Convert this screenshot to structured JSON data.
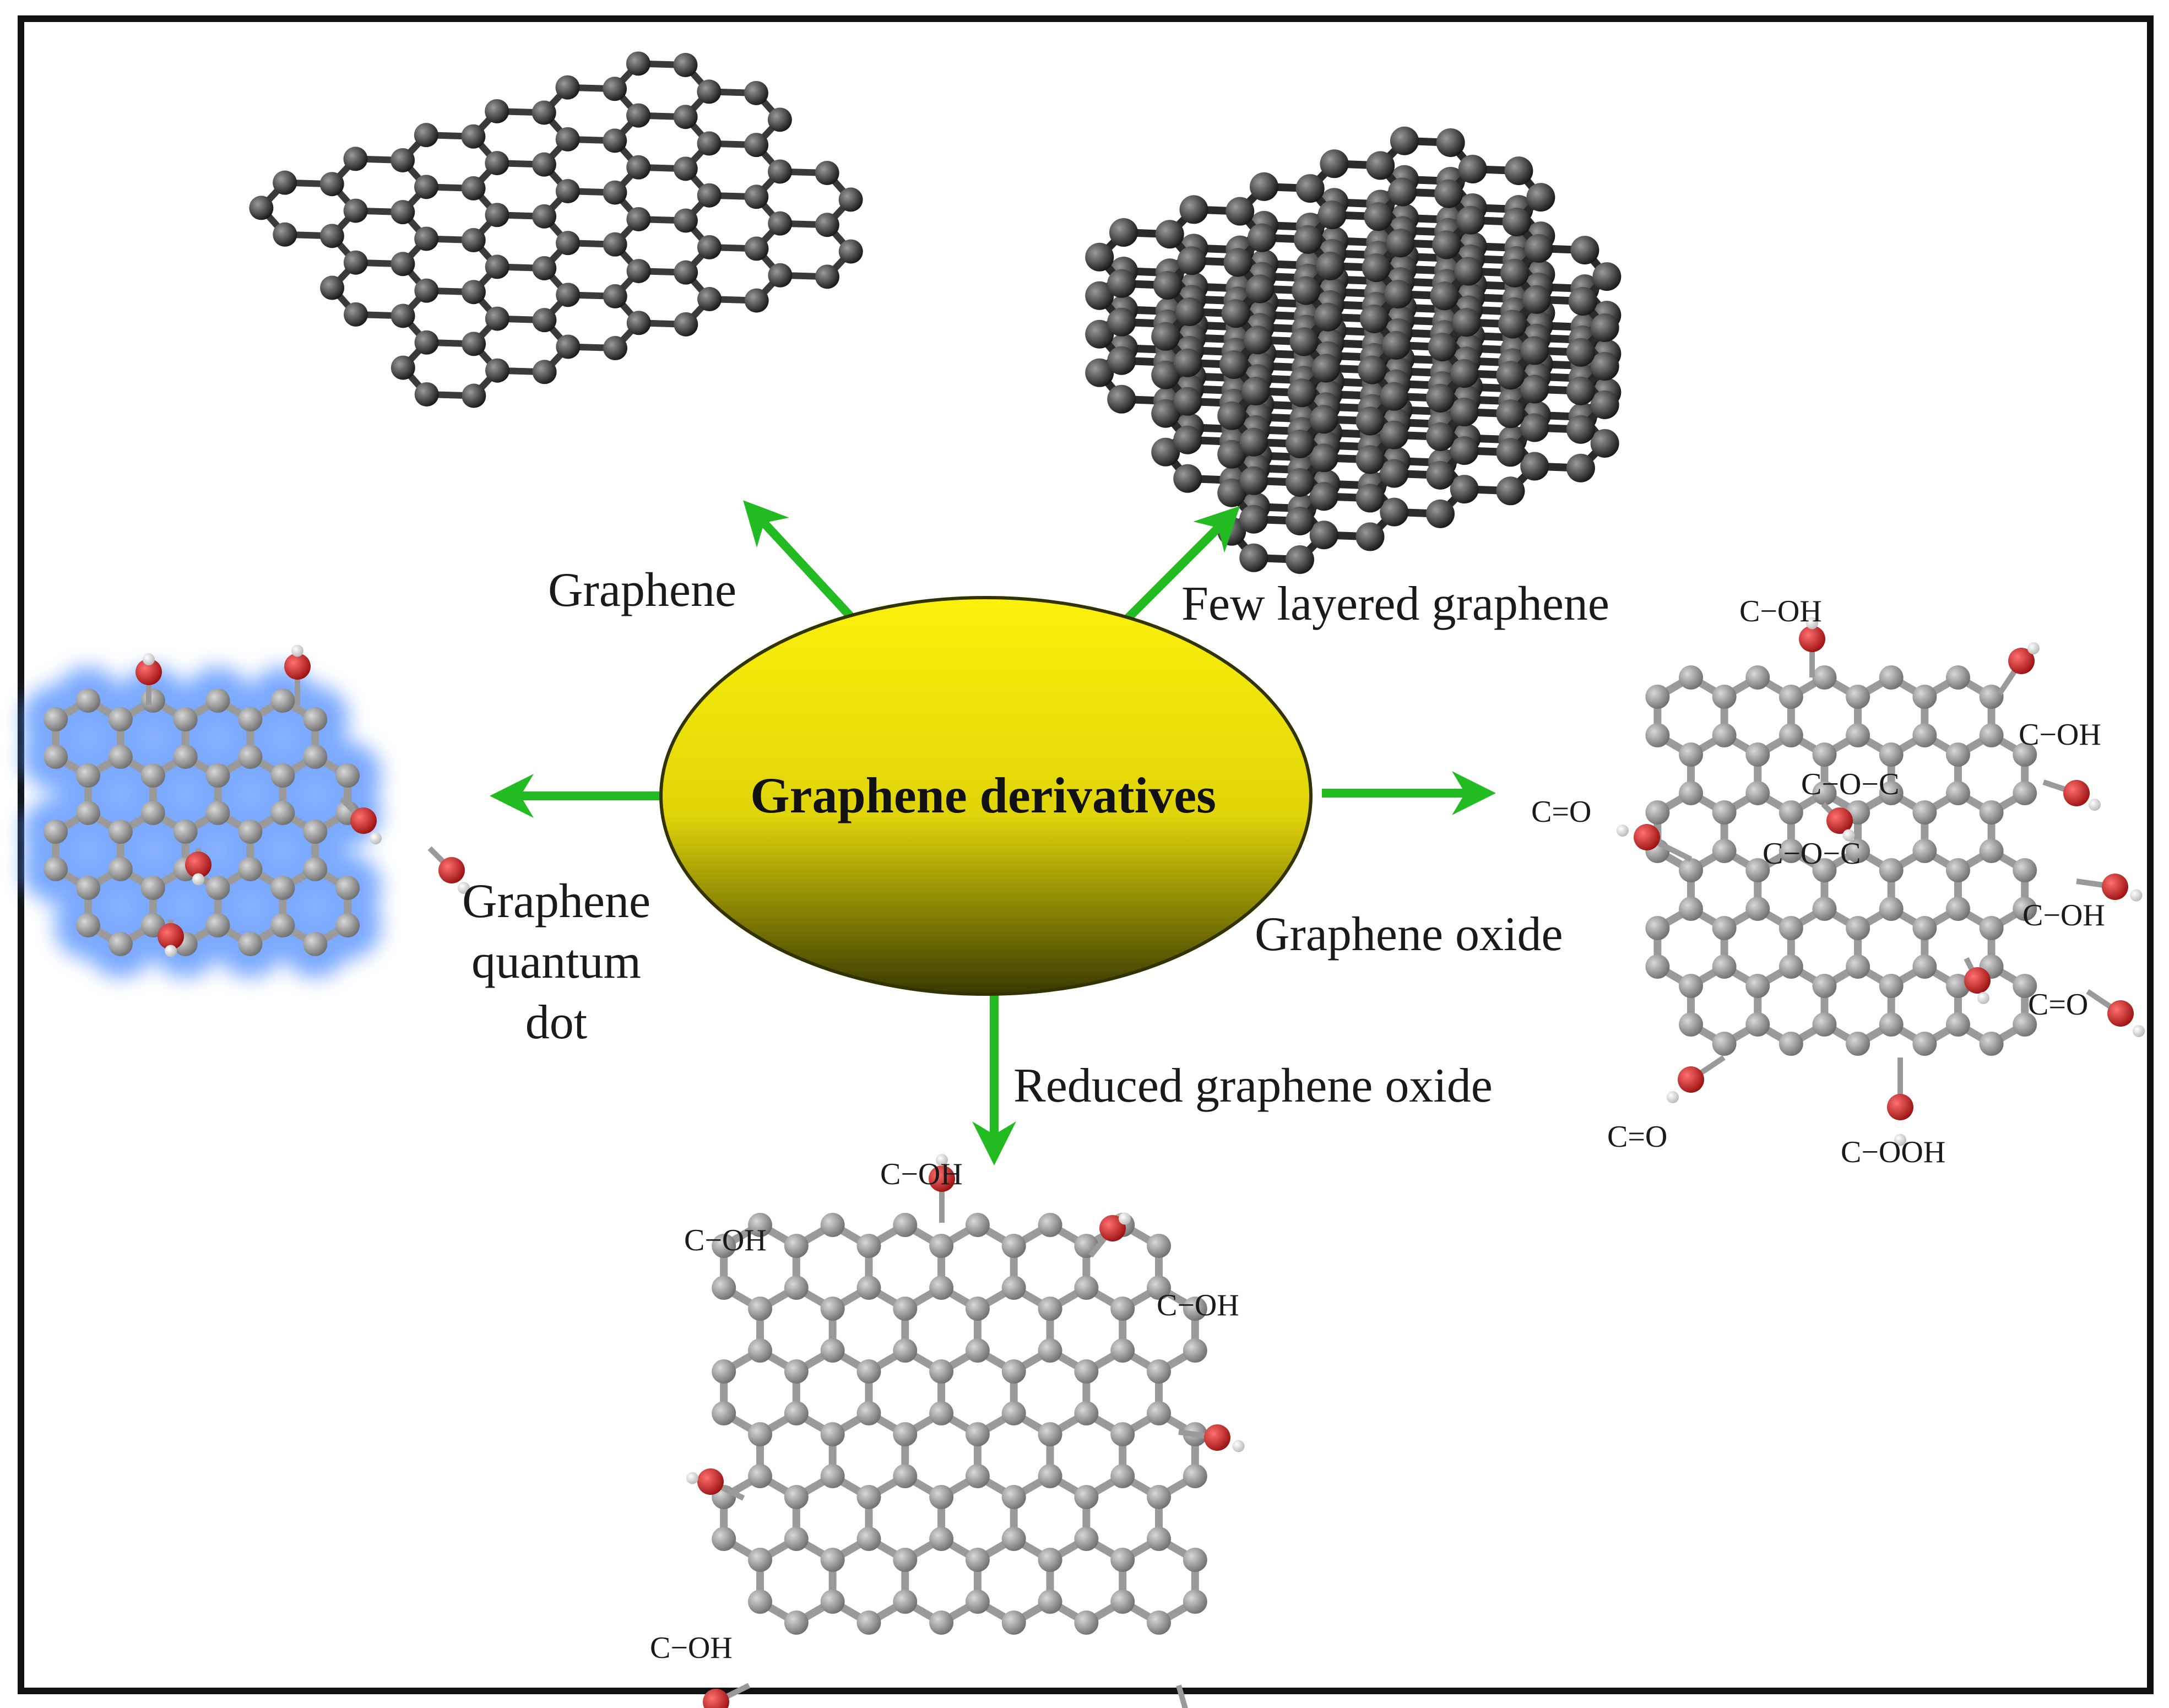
{
  "center": {
    "title": "Graphene derivatives"
  },
  "branches": {
    "graphene": {
      "label": "Graphene"
    },
    "few_layered": {
      "label": "Few layered graphene"
    },
    "graphene_oxide": {
      "label": "Graphene oxide"
    },
    "reduced_graphene_oxide": {
      "label": "Reduced graphene oxide"
    },
    "quantum_dot": {
      "label_lines": [
        "Graphene",
        "quantum",
        "dot"
      ]
    }
  },
  "groups": {
    "graphene_oxide": [
      "C−OH",
      "C−OH",
      "C=O",
      "C−O−C",
      "C−O−C",
      "C−OH",
      "C=O",
      "C=O",
      "C−OOH"
    ],
    "reduced_graphene_oxide": [
      "C−OH",
      "C−OH",
      "C−OH",
      "C−OH"
    ]
  },
  "colors": {
    "arrow": "#22bb22",
    "ellipse_top": "#fbf10a",
    "ellipse_bottom": "#3a3a00",
    "carbon_dark": "#2e2e2e",
    "carbon_grey": "#8c8c8c",
    "oxygen": "#cc1f1f",
    "hydrogen": "#f2f2f2",
    "quantum_glow": "#4f8dff",
    "frame": "#111111"
  }
}
